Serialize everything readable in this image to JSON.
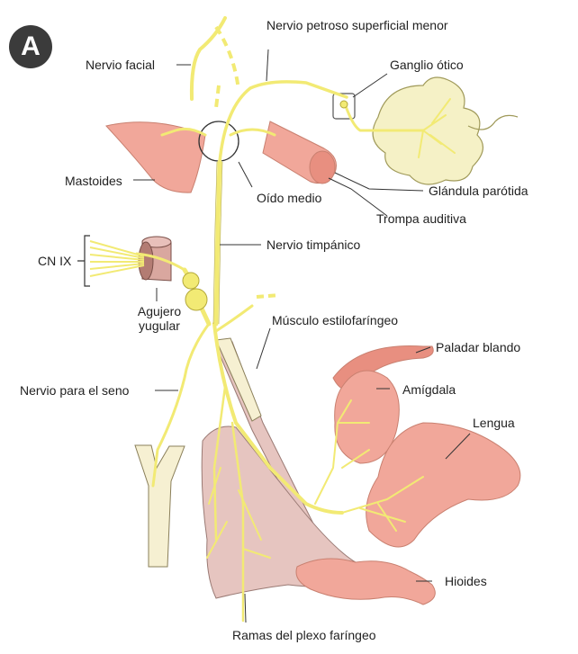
{
  "panel_letter": "A",
  "labels": {
    "nervio_facial": "Nervio facial",
    "nervio_petroso": "Nervio petroso superficial menor",
    "ganglio_otico": "Ganglio ótico",
    "mastoides": "Mastoides",
    "oido_medio": "Oído medio",
    "glandula_parotida": "Glándula parótida",
    "trompa_auditiva": "Trompa auditiva",
    "nervio_timpanico": "Nervio timpánico",
    "cn_ix": "CN IX",
    "agujero_yugular": "Agujero yugular",
    "musculo_estilofaringeo": "Músculo estilofaríngeo",
    "paladar_blando": "Paladar blando",
    "nervio_seno": "Nervio para el seno",
    "amigdala": "Amígdala",
    "lengua": "Lengua",
    "hioides": "Hioides",
    "ramas_plexo": "Ramas del plexo faríngeo"
  },
  "colors": {
    "nerve": "#f2ea74",
    "nerve_outline": "#b3a83a",
    "tissue": "#f1a79a",
    "tissue_dark": "#c98070",
    "muscle": "#e6c5c0",
    "bone": "#f6f0d2",
    "parotid": "#f5f1c6",
    "badge": "#3b3b3b"
  }
}
